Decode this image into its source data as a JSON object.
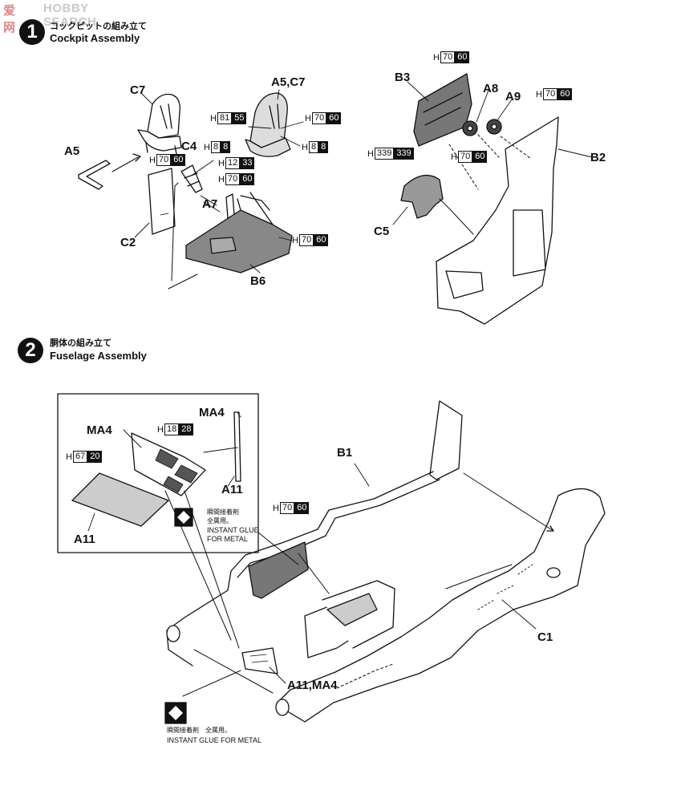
{
  "watermark": {
    "text": "HOBBY SEARCH",
    "logo_text": "爱网"
  },
  "step1": {
    "number": "1",
    "title_jp": "コックピットの組み立て",
    "title_en": "Cockpit Assembly"
  },
  "step2": {
    "number": "2",
    "title_jp": "胴体の組み立て",
    "title_en": "Fuselage Assembly"
  },
  "parts": {
    "c7": "C7",
    "a5c7": "A5,C7",
    "a5": "A5",
    "c4": "C4",
    "a7": "A7",
    "c2": "C2",
    "b6": "B6",
    "b3": "B3",
    "a8": "A8",
    "a9": "A9",
    "b2": "B2",
    "c5": "C5",
    "ma4_top": "MA4",
    "ma4_left": "MA4",
    "a11_right": "A11",
    "a11_left": "A11",
    "b1": "B1",
    "c1": "C1",
    "a11ma4": "A11,MA4"
  },
  "paints": [
    {
      "id": "p1",
      "h": "H",
      "a": "81",
      "b": "55"
    },
    {
      "id": "p2",
      "h": "H",
      "a": "70",
      "b": "60"
    },
    {
      "id": "p3",
      "h": "H",
      "a": "8",
      "b": "8"
    },
    {
      "id": "p4",
      "h": "H",
      "a": "70",
      "b": "60"
    },
    {
      "id": "p5",
      "h": "H",
      "a": "8",
      "b": "8"
    },
    {
      "id": "p6",
      "h": "H",
      "a": "12",
      "b": "33"
    },
    {
      "id": "p7",
      "h": "H",
      "a": "70",
      "b": "60"
    },
    {
      "id": "p8",
      "h": "H",
      "a": "70",
      "b": "60"
    },
    {
      "id": "p9",
      "h": "H",
      "a": "70",
      "b": "60"
    },
    {
      "id": "p10",
      "h": "H",
      "a": "70",
      "b": "60"
    },
    {
      "id": "p11",
      "h": "H",
      "a": "70",
      "b": "60"
    },
    {
      "id": "p12",
      "h": "H",
      "a": "339",
      "b": "339"
    },
    {
      "id": "p13",
      "h": "H",
      "a": "18",
      "b": "28"
    },
    {
      "id": "p14",
      "h": "H",
      "a": "67",
      "b": "20"
    },
    {
      "id": "p15",
      "h": "H",
      "a": "70",
      "b": "60"
    }
  ],
  "notes": {
    "glue_inset_jp1": "瞬間接着剤",
    "glue_inset_jp2": "全属用。",
    "glue_inset_en1": "INSTANT GLUE",
    "glue_inset_en2": "FOR METAL",
    "glue_main_jp": "瞬間接着剤　全属用。",
    "glue_main_en": "INSTANT GLUE FOR METAL"
  }
}
